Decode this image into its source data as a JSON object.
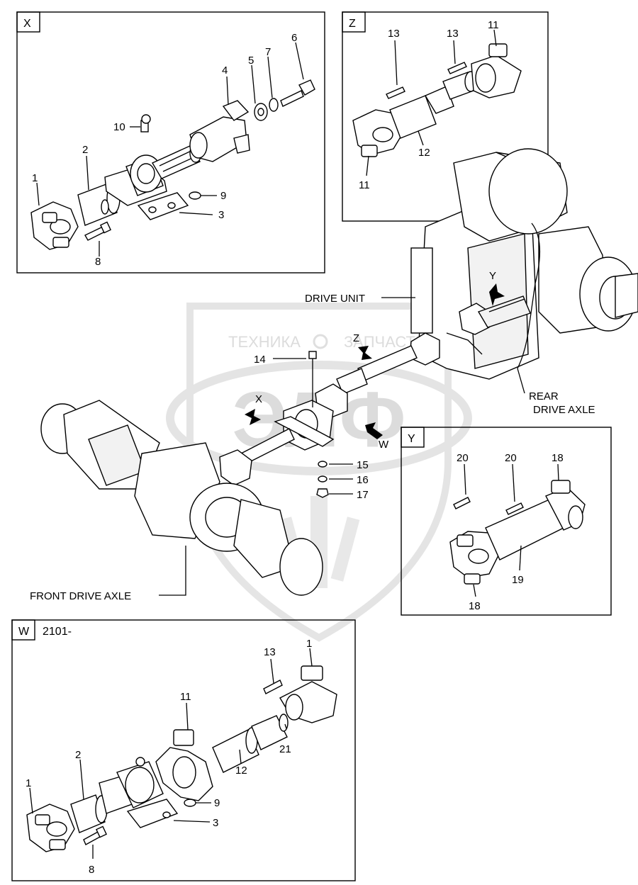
{
  "watermark": {
    "text_left": "ТЕХНИКА",
    "text_right": "ЗАПЧАСТИ",
    "logo": "ЭЛФ"
  },
  "detail_x": {
    "tag": "X",
    "callouts": [
      "1",
      "2",
      "3",
      "4",
      "5",
      "6",
      "7",
      "8",
      "9",
      "10"
    ]
  },
  "detail_z": {
    "tag": "Z",
    "callouts": [
      "13",
      "13",
      "11",
      "12",
      "11"
    ]
  },
  "detail_y": {
    "tag": "Y",
    "callouts": [
      "20",
      "20",
      "18",
      "19",
      "18"
    ]
  },
  "detail_w": {
    "tag": "W",
    "serial": "2101-",
    "callouts": [
      "13",
      "1",
      "11",
      "2",
      "1",
      "12",
      "21",
      "9",
      "3",
      "8"
    ]
  },
  "main": {
    "drive_unit_label": "DRIVE UNIT",
    "rear_axle_label_1": "REAR",
    "rear_axle_label_2": "DRIVE AXLE",
    "front_axle_label": "FRONT DRIVE AXLE",
    "arrow_x": "X",
    "arrow_y": "Y",
    "arrow_z": "Z",
    "arrow_w": "W",
    "callouts": [
      "14",
      "15",
      "16",
      "17"
    ]
  }
}
